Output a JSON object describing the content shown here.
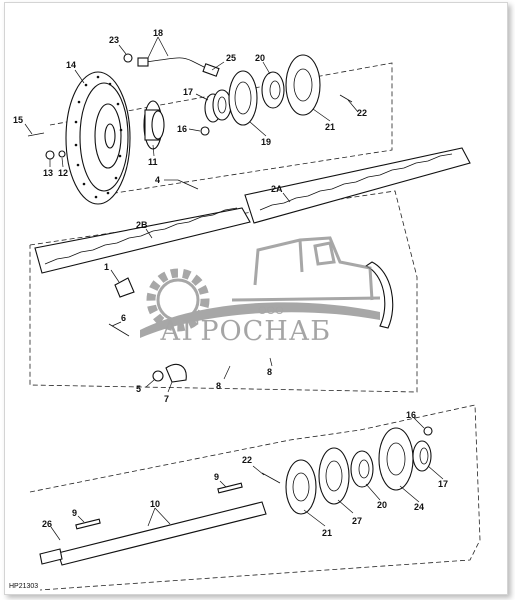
{
  "drawing": {
    "code": "HP21303",
    "callouts": [
      {
        "id": "c23",
        "text": "23"
      },
      {
        "id": "c18",
        "text": "18"
      },
      {
        "id": "c14",
        "text": "14"
      },
      {
        "id": "c25",
        "text": "25"
      },
      {
        "id": "c20a",
        "text": "20"
      },
      {
        "id": "c17a",
        "text": "17"
      },
      {
        "id": "c22a",
        "text": "22"
      },
      {
        "id": "c15",
        "text": "15"
      },
      {
        "id": "c16a",
        "text": "16"
      },
      {
        "id": "c21a",
        "text": "21"
      },
      {
        "id": "c19",
        "text": "19"
      },
      {
        "id": "c13",
        "text": "13"
      },
      {
        "id": "c12",
        "text": "12"
      },
      {
        "id": "c11",
        "text": "11"
      },
      {
        "id": "c4",
        "text": "4"
      },
      {
        "id": "c2A",
        "text": "2A"
      },
      {
        "id": "c2B",
        "text": "2B"
      },
      {
        "id": "c1",
        "text": "1"
      },
      {
        "id": "c6",
        "text": "6"
      },
      {
        "id": "c5",
        "text": "5"
      },
      {
        "id": "c7",
        "text": "7"
      },
      {
        "id": "c8a",
        "text": "8"
      },
      {
        "id": "c8b",
        "text": "8"
      },
      {
        "id": "c16b",
        "text": "16"
      },
      {
        "id": "c22b",
        "text": "22"
      },
      {
        "id": "c9a",
        "text": "9"
      },
      {
        "id": "c10",
        "text": "10"
      },
      {
        "id": "c9b",
        "text": "9"
      },
      {
        "id": "c26",
        "text": "26"
      },
      {
        "id": "c21b",
        "text": "21"
      },
      {
        "id": "c27",
        "text": "27"
      },
      {
        "id": "c20b",
        "text": "20"
      },
      {
        "id": "c24",
        "text": "24"
      },
      {
        "id": "c17b",
        "text": "17"
      }
    ]
  },
  "watermark": {
    "company_type": "ООО",
    "brand": "АГРОСНАБ"
  },
  "colors": {
    "ink": "#111111",
    "watermark": "#888888"
  }
}
